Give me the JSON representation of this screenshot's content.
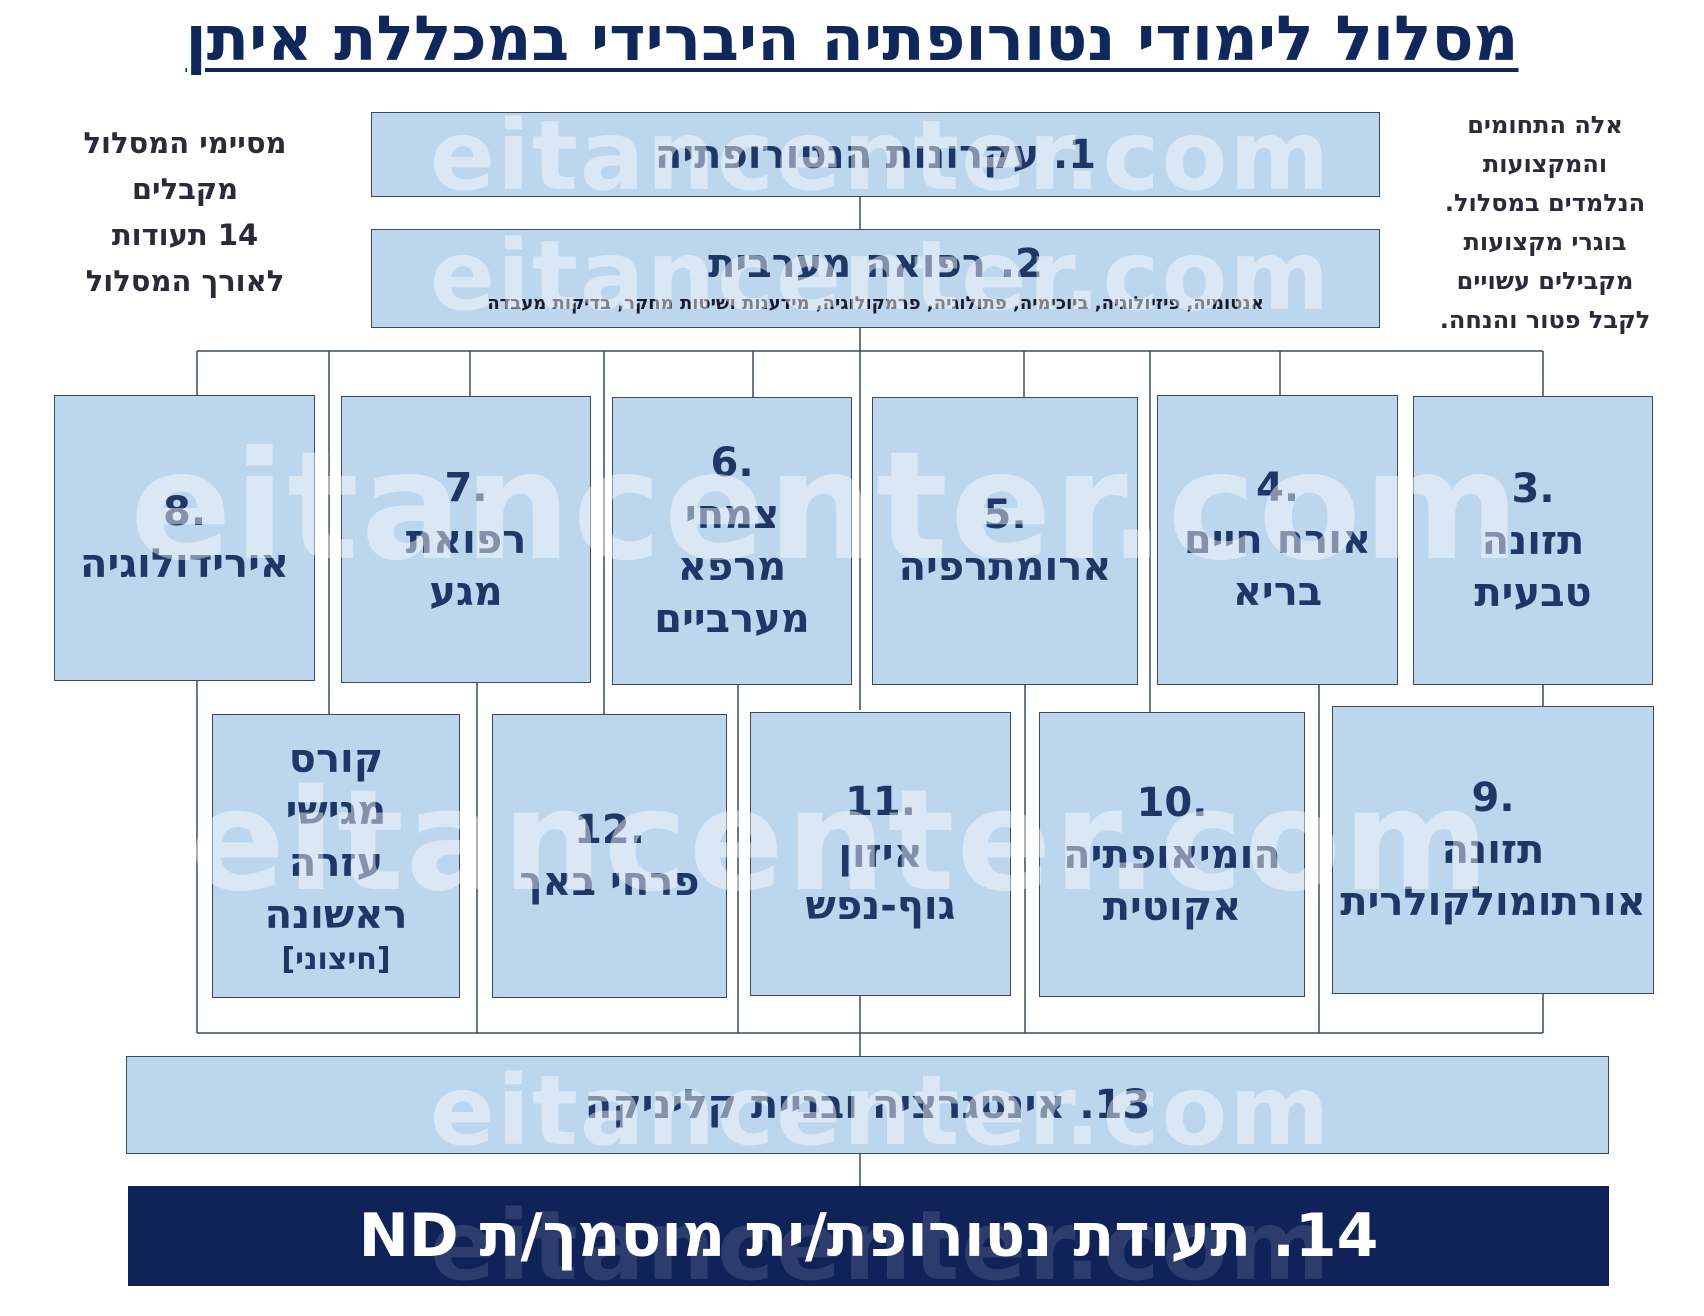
{
  "title": "מסלול לימודי נטורופתיה היברידי במכללת איתן",
  "note_right": "אלה התחומים\nוהמקצועות\nהנלמדים במסלול.\nבוגרי מקצועות\nמקבילים עשויים\nלקבל פטור והנחה.",
  "note_left": "מסיימי המסלול\nמקבלים\n14 תעודות\nלאורך המסלול",
  "watermark": "eitancenter.com",
  "colors": {
    "box_fill": "#bcd6ee",
    "dark": "#0f2359",
    "text": "#1f3766"
  },
  "boxes": {
    "b1": {
      "label": "1. עקרונות הנטורופתיה"
    },
    "b2": {
      "label": "2. רפואה מערבית",
      "sub": "אנטומיה, פיזיולוגיה, ביוכימיה, פתולוגיה, פרמקולוגיה, מידענות ושיטות מחקר, בדיקות מעבדה"
    },
    "b3": {
      "num": ".3",
      "label": "תזונה\nטבעית"
    },
    "b4": {
      "num": ".4",
      "label": "אורח חיים\nבריא"
    },
    "b5": {
      "num": ".5",
      "label": "ארומתרפיה"
    },
    "b6": {
      "num": ".6",
      "label": "צמחי\nמרפא\nמערביים"
    },
    "b7": {
      "num": ".7",
      "label": "רפואת\nמגע"
    },
    "b8": {
      "num": ".8",
      "label": "אירידולוגיה"
    },
    "b9": {
      "num": ".9",
      "label": "תזונה\nאורתומולקולרית"
    },
    "b10": {
      "num": ".10",
      "label": "הומיאופתיה\nאקוטית"
    },
    "b11": {
      "num": ".11",
      "label": "איזון\nגוף-נפש"
    },
    "b12": {
      "num": ".12",
      "label": "פרחי באך"
    },
    "bc": {
      "label": "קורס\nמגישי\nעזרה\nראשונה",
      "extra": "[חיצוני]"
    },
    "b13": {
      "label": "13. אינטגרציה ובניית קליניקה"
    },
    "b14": {
      "label": "14. תעודת נטורופת/ית מוסמך/ת ND"
    }
  }
}
